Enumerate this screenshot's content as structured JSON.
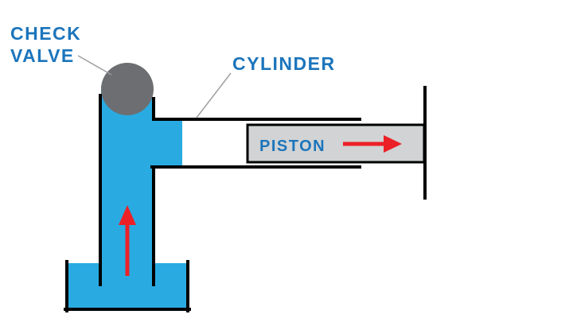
{
  "diagram": {
    "labels": {
      "check_valve_line1": "CHECK",
      "check_valve_line2": "VALVE",
      "cylinder": "CYLINDER",
      "piston": "PISTON"
    },
    "colors": {
      "background": "#ffffff",
      "label_text": "#1c75bc",
      "fluid": "#29abe2",
      "valve_ball": "#6d6e71",
      "piston_fill": "#d1d3d4",
      "arrow_red": "#ec2027",
      "outline_black": "#000000",
      "leader_line": "#9d9fa2"
    },
    "icons": {
      "flow_up_arrow": "red arrow pointing up (fluid flow direction)",
      "piston_right_arrow": "red arrow pointing right (piston motion direction)"
    }
  }
}
